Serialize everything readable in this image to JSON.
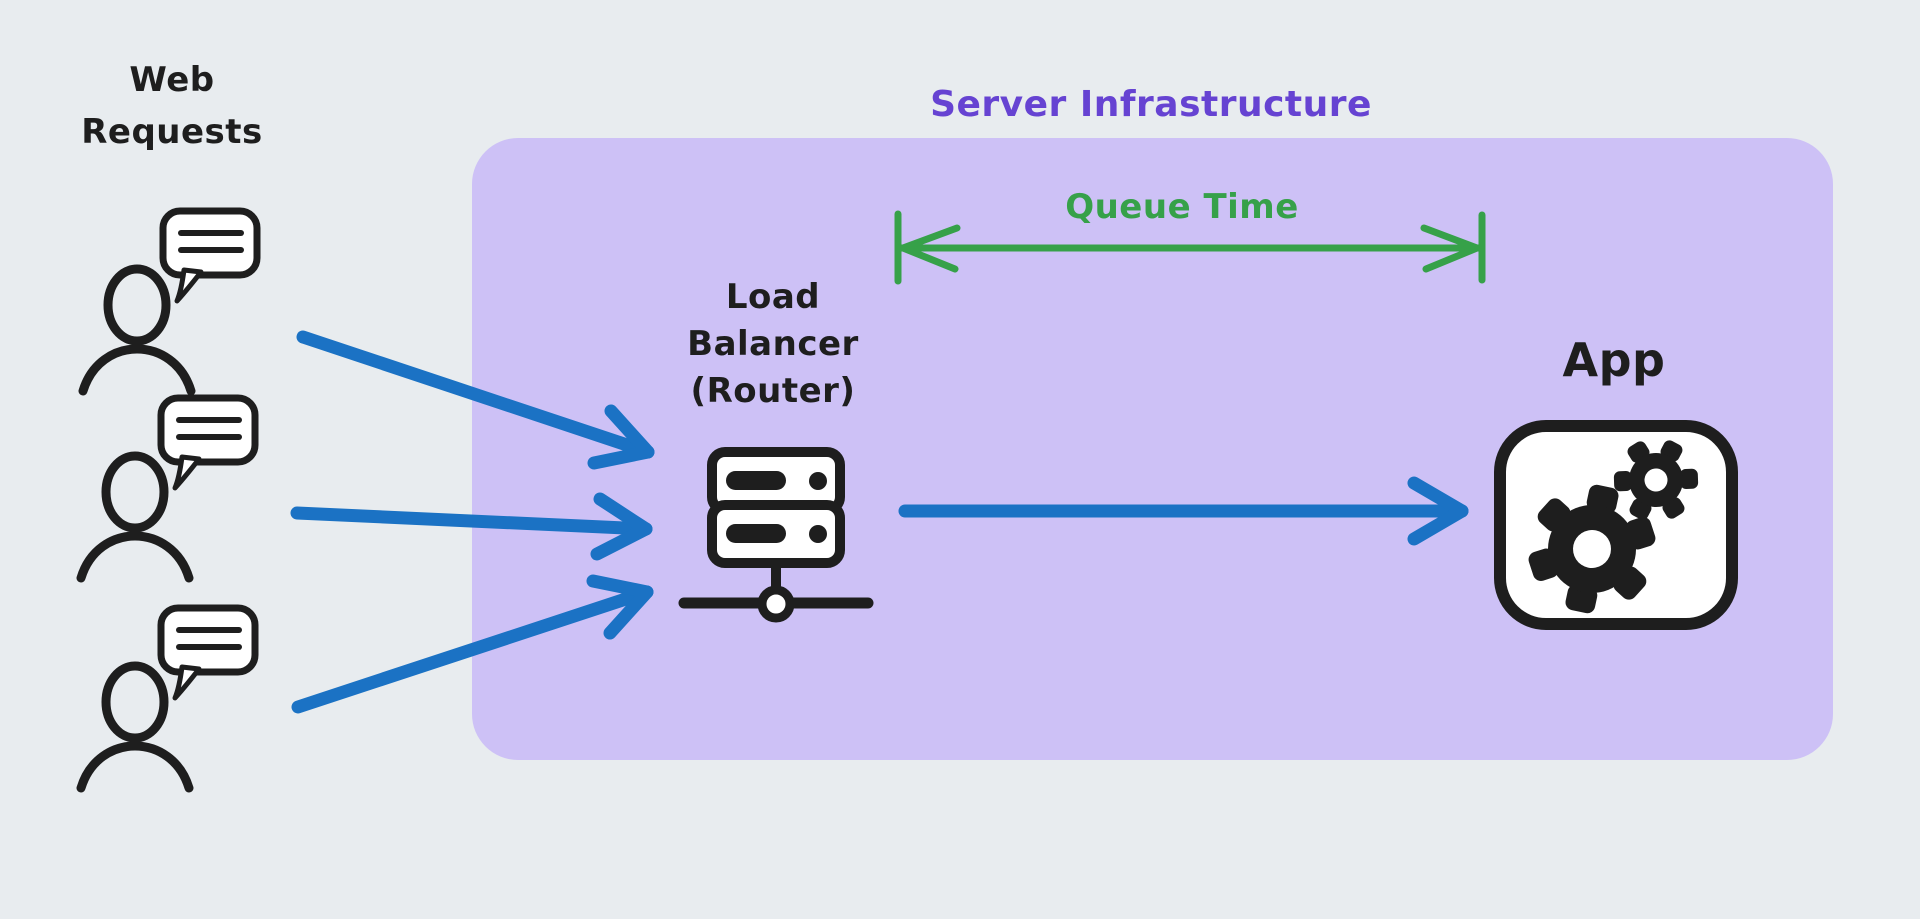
{
  "title": "Web requests to server infrastructure diagram",
  "colors": {
    "background": "#e8ecef",
    "ink": "#1e1e1e",
    "region_fill": "#cdc1f6",
    "region_label": "#6643d2",
    "measure_green": "#36a149",
    "arrow_blue": "#1b72c4",
    "shape_white": "#ffffff"
  },
  "labels": {
    "web_requests": "Web\nRequests",
    "server_infrastructure": "Server Infrastructure",
    "queue_time": "Queue Time",
    "load_balancer": "Load\nBalancer\n(Router)",
    "app": "App"
  },
  "nodes": {
    "clients": [
      {
        "id": "client-1",
        "icon": "person-with-speech-bubble-icon"
      },
      {
        "id": "client-2",
        "icon": "person-with-speech-bubble-icon"
      },
      {
        "id": "client-3",
        "icon": "person-with-speech-bubble-icon"
      }
    ],
    "load_balancer": {
      "label": "Load Balancer (Router)",
      "icon": "server-network-icon"
    },
    "app": {
      "label": "App",
      "icon": "gears-icon"
    },
    "region": {
      "label": "Server Infrastructure"
    }
  },
  "edges": [
    {
      "from": "client-1",
      "to": "load-balancer",
      "style": "blue-arrow"
    },
    {
      "from": "client-2",
      "to": "load-balancer",
      "style": "blue-arrow"
    },
    {
      "from": "client-3",
      "to": "load-balancer",
      "style": "blue-arrow"
    },
    {
      "from": "load-balancer",
      "to": "app",
      "style": "blue-arrow"
    },
    {
      "from": "load-balancer",
      "to": "app",
      "style": "double-headed-measure",
      "label": "Queue Time"
    }
  ]
}
